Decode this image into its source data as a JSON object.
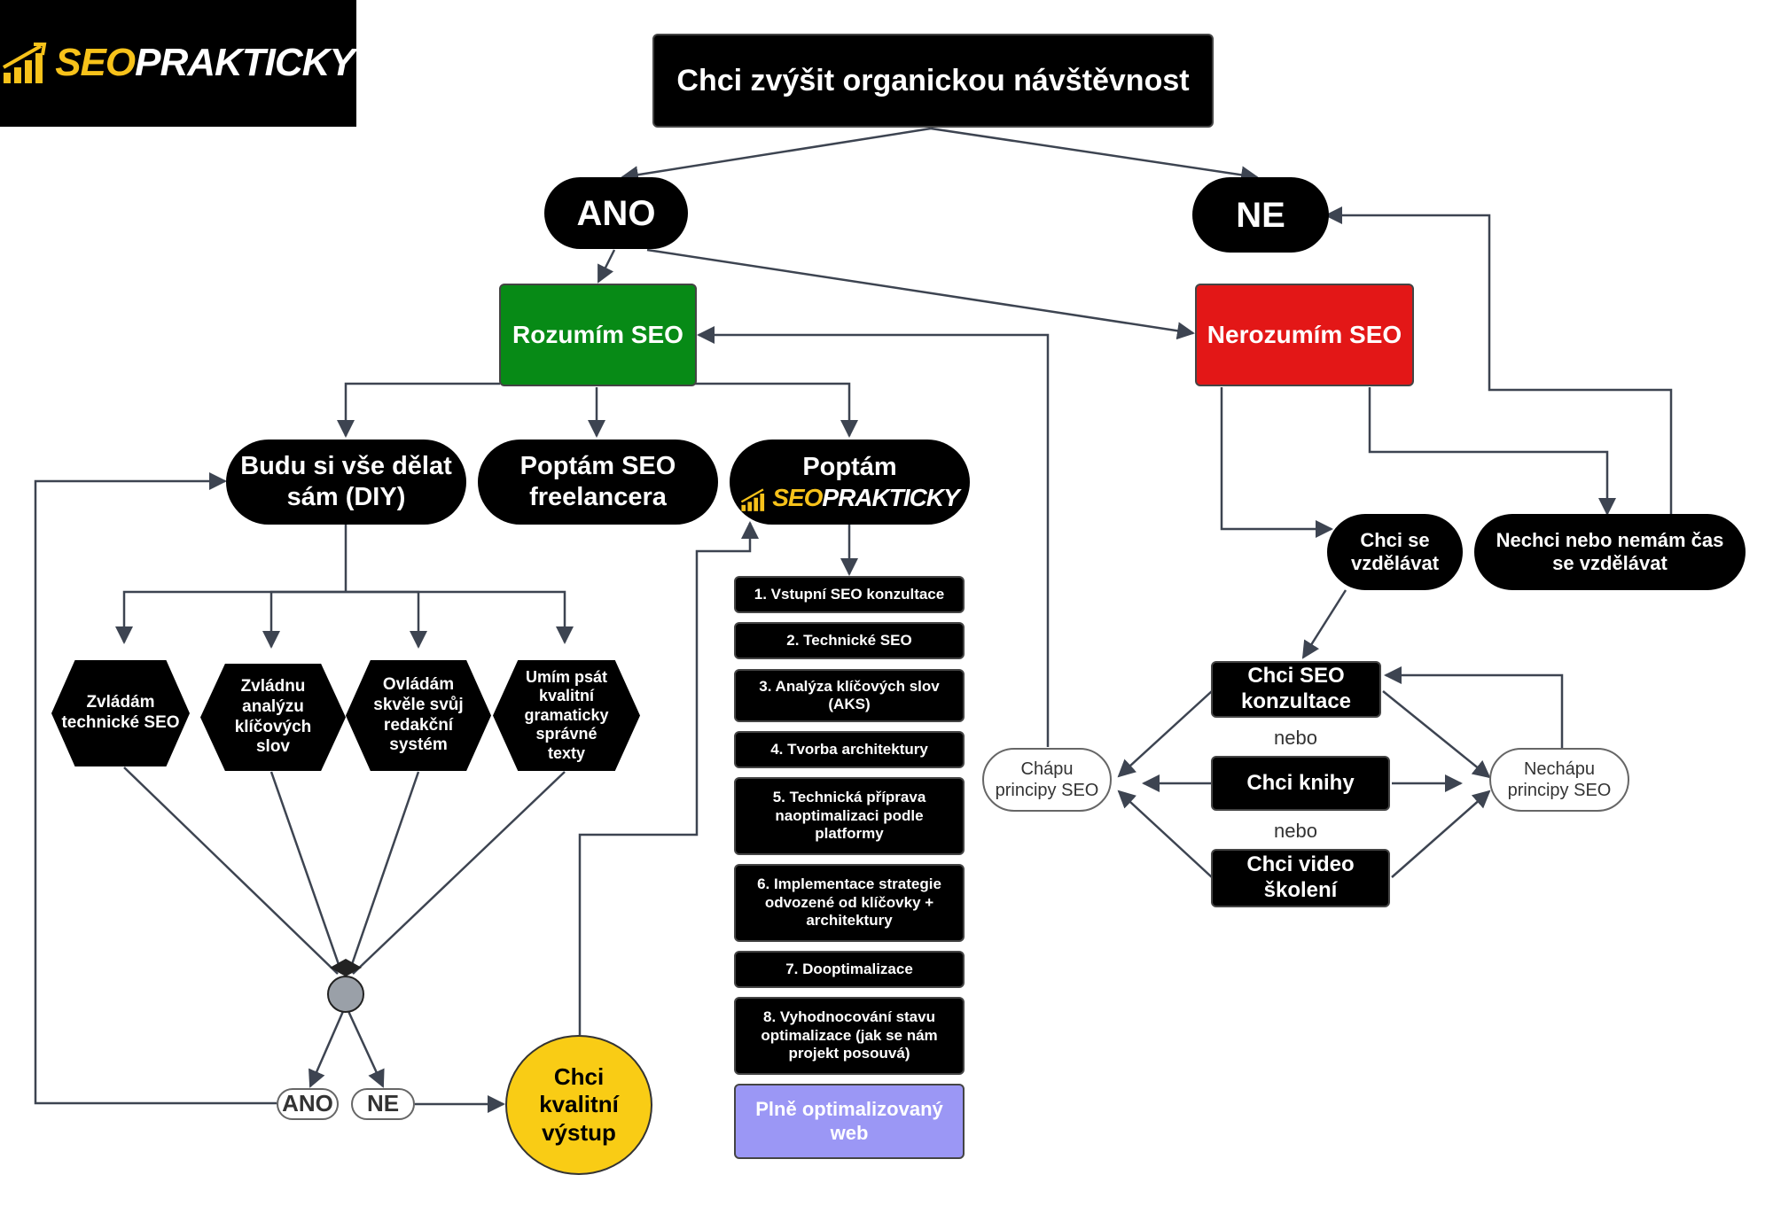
{
  "brand": {
    "logo_text_highlight": "SEO",
    "logo_text_rest": "PRAKTICKY",
    "accent_color": "#f7c21a"
  },
  "nodes": {
    "root": "Chci zvýšit organickou návštěvnost",
    "ano": "ANO",
    "ne": "NE",
    "rozumim": "Rozumím SEO",
    "nerozumim": "Nerozumím SEO",
    "diy": "Budu si vše dělat sám (DIY)",
    "freelancer": "Poptám SEO freelancera",
    "poptam_agency_prefix": "Poptám",
    "skill_technical": "Zvládám technické SEO",
    "skill_keywords": "Zvládnu analýzu klíčových slov",
    "skill_cms": "Ovládám skvěle svůj redakční systém",
    "skill_texts": "Umím psát kvalitní gramaticky správné texty",
    "small_ano": "ANO",
    "small_ne": "NE",
    "quality_output": "Chci kvalitní výstup",
    "want_learn": "Chci se vzdělávat",
    "no_learn": "Nechci nebo nemám čas se vzdělávat",
    "seo_consult": "Chci SEO konzultace",
    "or1": "nebo",
    "books": "Chci knihy",
    "or2": "nebo",
    "video": "Chci video školení",
    "understand": "Chápu principy SEO",
    "not_understand": "Nechápu principy SEO"
  },
  "steps": [
    "1. Vstupní SEO konzultace",
    "2. Technické SEO",
    "3. Analýza klíčových slov (AKS)",
    "4. Tvorba architektury",
    "5. Technická příprava naoptimalizaci podle platformy",
    "6. Implementace strategie odvozené od klíčovky + architektury",
    "7. Dooptimalizace",
    "8. Vyhodnocování stavu optimalizace (jak se nám projekt posouvá)"
  ],
  "final": "Plně optimalizovaný web",
  "colors": {
    "green": "#078a16",
    "red": "#e31717",
    "yellow": "#f9cc15",
    "purple": "#9b97f5",
    "grey_dot": "#9aa0a8"
  }
}
